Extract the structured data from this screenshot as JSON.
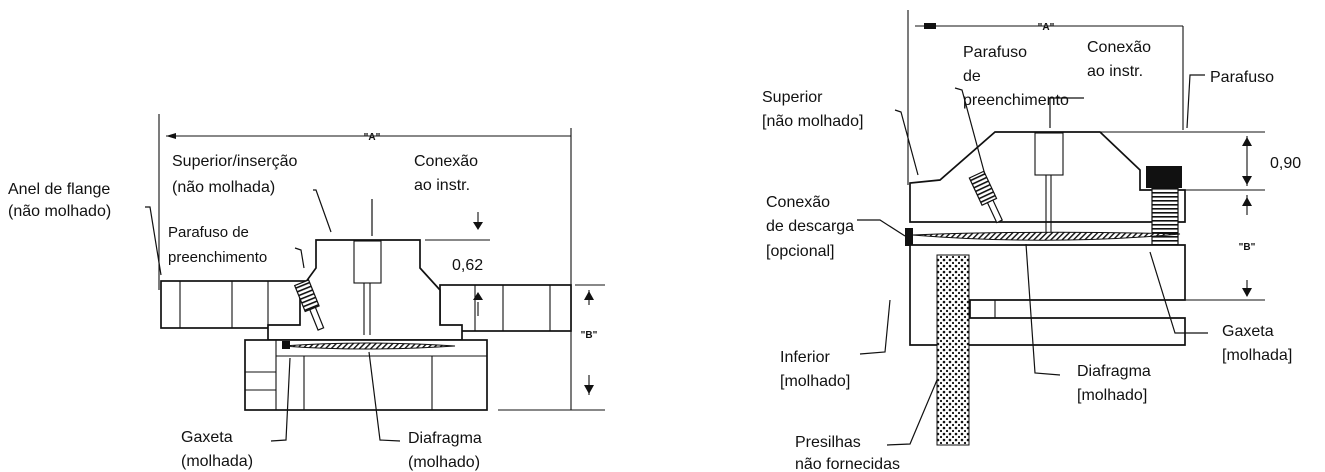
{
  "left": {
    "anel_de_flange": [
      "Anel de flange",
      "(não molhado)"
    ],
    "superior": [
      "Superior/inserção",
      "(não molhada)"
    ],
    "conexao": [
      "Conexão",
      "ao instr."
    ],
    "parafuso": [
      "Parafuso de",
      "preenchimento"
    ],
    "dim_value": "0,62",
    "dim_a": "\"A\"",
    "dim_b": "\"B\"",
    "gaxeta": [
      "Gaxeta",
      "(molhada)"
    ],
    "diafragma": [
      "Diafragma",
      "(molhado)"
    ]
  },
  "right": {
    "parafuso_preench": [
      "Parafuso",
      "de",
      "preenchimento"
    ],
    "conexao": [
      "Conexão",
      "ao instr."
    ],
    "parafuso": "Parafuso",
    "superior": [
      "Superior",
      "[não molhado]"
    ],
    "dim_value": "0,90",
    "dim_a": "\"A\"",
    "dim_b": "\"B\"",
    "conexao_descarga": [
      "Conexão",
      "de descarga",
      "[opcional]"
    ],
    "gaxeta": [
      "Gaxeta",
      "[molhada]"
    ],
    "inferior": [
      "Inferior",
      "[molhado]"
    ],
    "diafragma": [
      "Diafragma",
      "[molhado]"
    ],
    "presilhas": [
      "Presilhas",
      "não fornecidas"
    ]
  }
}
